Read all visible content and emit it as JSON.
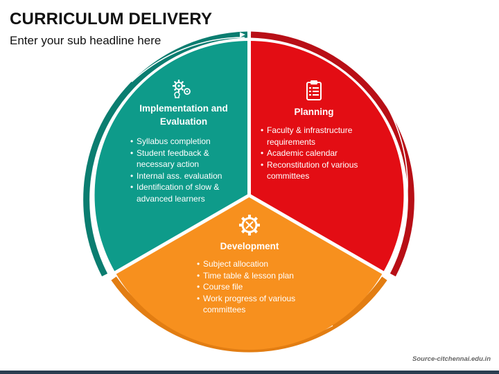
{
  "header": {
    "title": "CURRICULUM DELIVERY",
    "subtitle": "Enter your sub headline here"
  },
  "segments": [
    {
      "key": "planning",
      "title": "Planning",
      "color": "#e30d14",
      "ring_color": "#b80f16",
      "icon": "clipboard-checklist-icon",
      "bullets": [
        "Faculty & infrastructure requirements",
        "Academic calendar",
        "Reconstitution of various committees"
      ]
    },
    {
      "key": "development",
      "title": "Development",
      "color": "#f7901e",
      "ring_color": "#e27d12",
      "icon": "gear-tools-icon",
      "bullets": [
        "Subject allocation",
        "Time table & lesson plan",
        "Course file",
        "Work progress of various committees"
      ]
    },
    {
      "key": "implementation",
      "title": "Implementation and Evaluation",
      "color": "#0e9b8a",
      "ring_color": "#0b7d70",
      "icon": "gears-lightbulb-icon",
      "bullets": [
        "Syllabus completion",
        "Student feedback & necessary action",
        "Internal ass. evaluation",
        "Identification of slow & advanced learners"
      ]
    }
  ],
  "footer": {
    "source": "Source-citchennai.edu.in",
    "bar_color": "#2b3e50"
  }
}
